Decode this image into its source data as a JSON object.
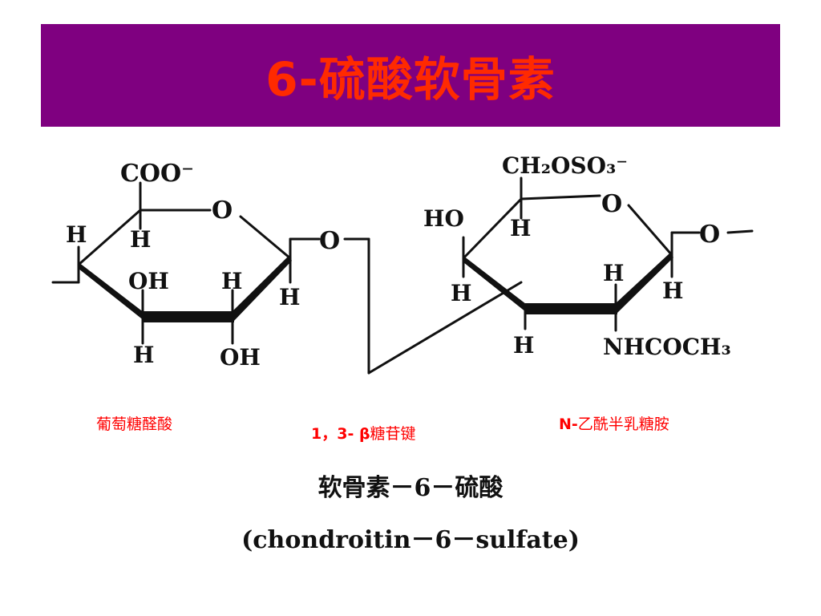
{
  "slide": {
    "title": "6-硫酸软骨素"
  },
  "structure": {
    "labels": {
      "coo": "COO⁻",
      "ring_o_left": "O",
      "h_left_outer": "H",
      "h_c5_left": "H",
      "oh_c4_left": "OH",
      "h_c3_left": "H",
      "h_c1_left": "H",
      "h_c4_bottom_left": "H",
      "oh_c3_bottom_left": "OH",
      "bridge_o": "O",
      "ch2oso3": "CH₂OSO₃⁻",
      "ring_o_right": "O",
      "ho_right": "HO",
      "h_c5_right": "H",
      "h_c4_right": "H",
      "h_c2_right": "H",
      "h_c1_right": "H",
      "h_c3_bottom_right": "H",
      "nhcoch3": "NHCOCH₃",
      "glycosidic_o_right": "O"
    }
  },
  "annotations": {
    "glucuronic_acid": "葡萄糖醛酸",
    "linkage_prefix": "1，3- β",
    "linkage_suffix": "糖苷键",
    "galnac_prefix": "N-",
    "galnac_suffix": "乙酰半乳糖胺"
  },
  "caption": {
    "chinese": "软骨素－6－硫酸",
    "english": "(chondroitin－6－sulfate)"
  }
}
